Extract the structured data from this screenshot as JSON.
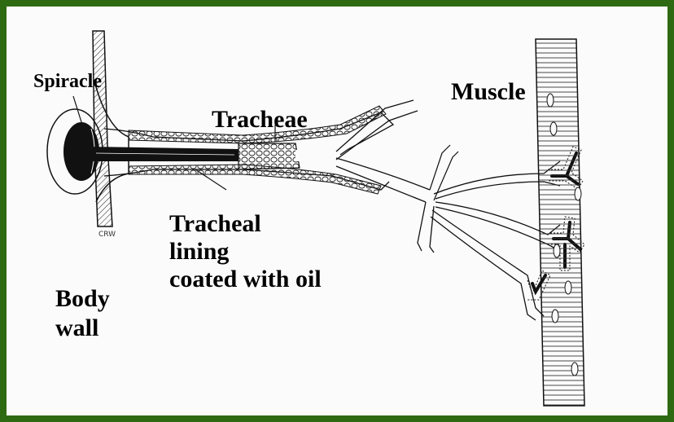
{
  "labels": {
    "spiracle": "Spiracle",
    "tracheae": "Tracheae",
    "muscle": "Muscle",
    "tracheal_lining": [
      "Tracheal",
      "lining",
      "coated with oil"
    ],
    "body_wall": [
      "Body",
      "wall"
    ],
    "signature": "CRW"
  },
  "colors": {
    "border": "#2e6a12",
    "ink": "#000000",
    "paper": "#fbfbfb"
  }
}
